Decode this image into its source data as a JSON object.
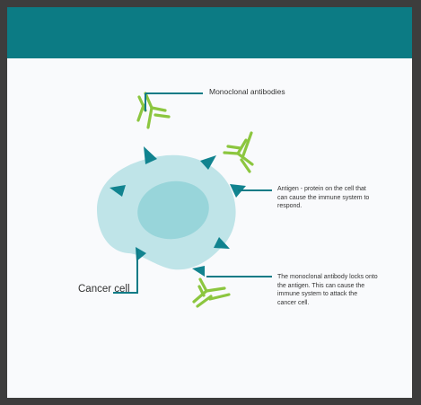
{
  "header": {
    "color": "#0c7b84"
  },
  "colors": {
    "cell_outer": "#bfe4e8",
    "cell_nucleus": "#98d5da",
    "antigen": "#11838f",
    "antibody": "#8cc63f",
    "leader_line": "#0e7b86"
  },
  "labels": {
    "monoclonal_antibodies": "Monoclonal antibodies",
    "antigen": "Antigen - protein on the cell that can cause the immune system to respond.",
    "antibody_locks": "The monoclonal antibody locks onto the antigen. This can cause the immune system to attack the cancer cell.",
    "cancer_cell": "Cancer cell"
  }
}
